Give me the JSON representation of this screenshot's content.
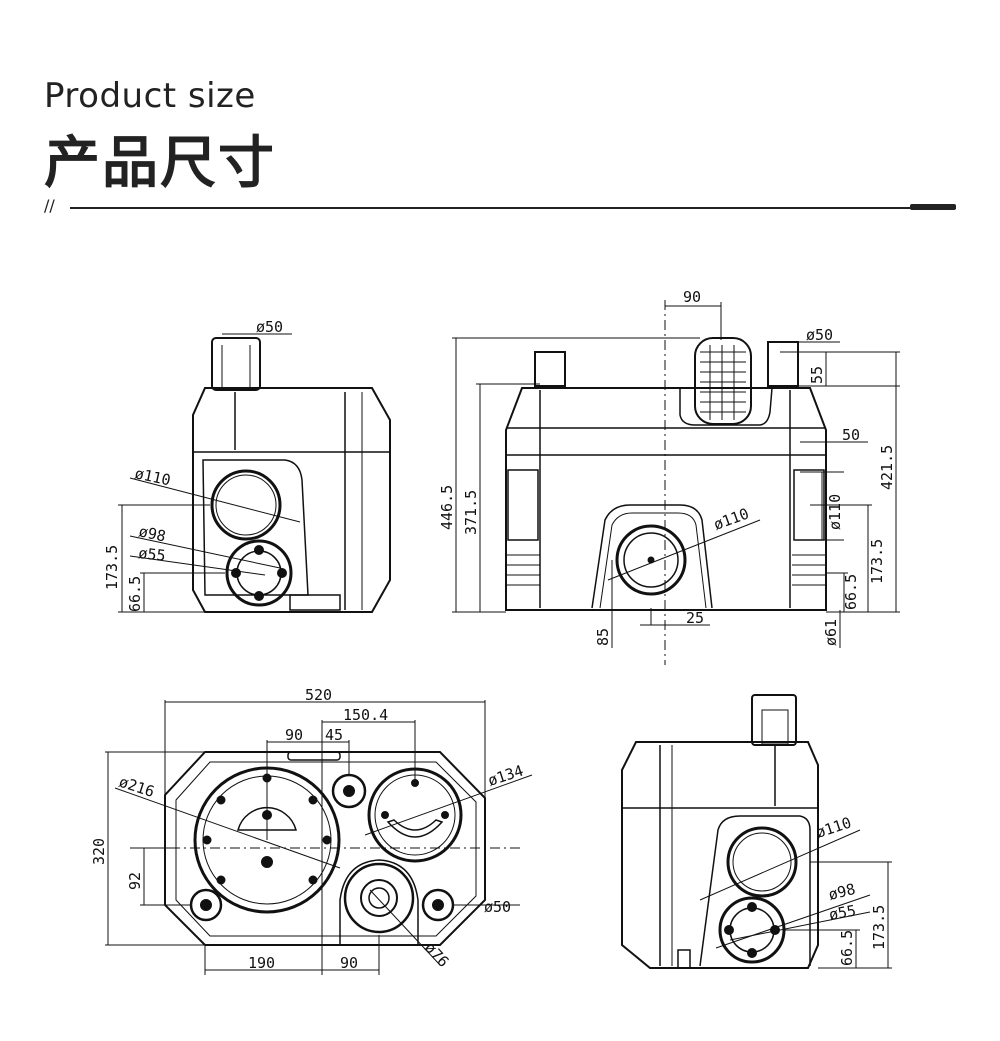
{
  "header": {
    "title_en": "Product size",
    "title_zh": "产品尺寸",
    "divider_mark": "//"
  },
  "views": {
    "side_left": {
      "d_top": "ø50",
      "d_inlet": "ø110",
      "d_98": "ø98",
      "d_55": "ø55",
      "h_173": "173.5",
      "h_66": "66.5"
    },
    "front": {
      "w_top": "90",
      "d_50": "ø50",
      "h_55": "55",
      "w_50": "50",
      "h_421": "421.5",
      "h_446": "446.5",
      "h_371": "371.5",
      "d_110": "ø110",
      "d_110_side": "ø110",
      "h_173": "173.5",
      "h_66": "66.5",
      "h_85": "85",
      "w_25": "25",
      "d_61": "ø61"
    },
    "top": {
      "w_520": "520",
      "w_150": "150.4",
      "w_90": "90",
      "w_45": "45",
      "d_216": "ø216",
      "d_134": "ø134",
      "h_320": "320",
      "h_92": "92",
      "d_50": "ø50",
      "d_76": "ø76",
      "w_190": "190",
      "w_90b": "90"
    },
    "side_right": {
      "d_110": "ø110",
      "d_98": "ø98",
      "d_55": "ø55",
      "h_66": "66.5",
      "h_173": "173.5"
    }
  }
}
